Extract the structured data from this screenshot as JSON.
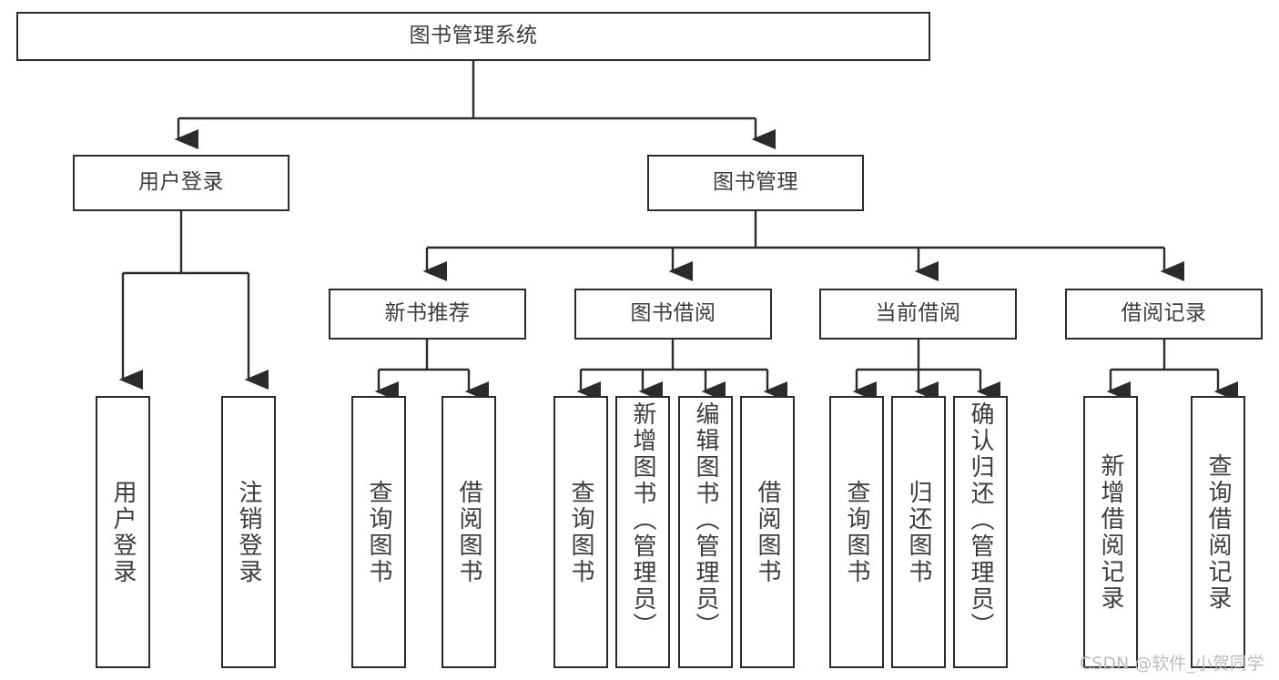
{
  "diagram": {
    "title": "图书管理系统",
    "type": "tree-hierarchy-chart",
    "watermark": "CSDN @软件_小贺同学",
    "colors": {
      "box_border": "#2b2b2b",
      "box_fill": "#ffffff",
      "text": "#3c3c3c",
      "edge": "#2b2b2b",
      "watermark": "#bdbdbd",
      "background": "#ffffff"
    },
    "nodes": {
      "root": {
        "label": "图书管理系统"
      },
      "level2": [
        {
          "label": "用户登录"
        },
        {
          "label": "图书管理"
        }
      ],
      "level3": [
        {
          "label": "新书推荐"
        },
        {
          "label": "图书借阅"
        },
        {
          "label": "当前借阅"
        },
        {
          "label": "借阅记录"
        }
      ],
      "leaves_user_login": [
        {
          "label": "用户登录"
        },
        {
          "label": "注销登录"
        }
      ],
      "leaves_new_book": [
        {
          "label": "查询图书"
        },
        {
          "label": "借阅图书"
        }
      ],
      "leaves_borrow": [
        {
          "label": "查询图书"
        },
        {
          "label": "新增图书（管理员）"
        },
        {
          "label": "编辑图书（管理员）"
        },
        {
          "label": "借阅图书"
        }
      ],
      "leaves_current": [
        {
          "label": "查询图书"
        },
        {
          "label": "归还图书"
        },
        {
          "label": "确认归还（管理员）"
        }
      ],
      "leaves_record": [
        {
          "label": "新增借阅记录"
        },
        {
          "label": "查询借阅记录"
        }
      ]
    }
  }
}
